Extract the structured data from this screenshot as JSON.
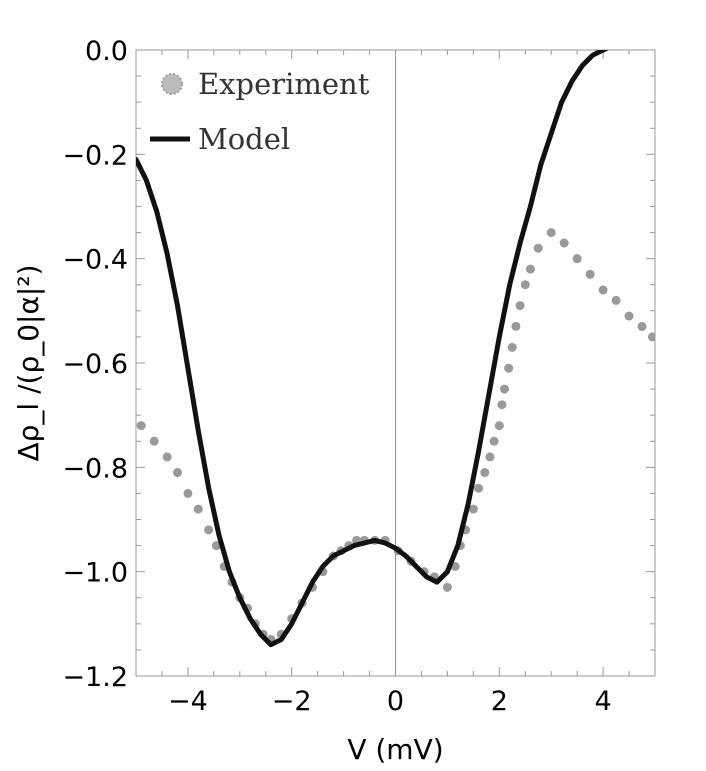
{
  "chart_data": {
    "type": "line",
    "title": "",
    "xlabel": "V (mV)",
    "ylabel": "Δρ_l /(ρ_0|α|²)",
    "xlim": [
      -5,
      5
    ],
    "ylim": [
      -1.2,
      0.0
    ],
    "x_ticks": [
      -4,
      -2,
      0,
      2,
      4
    ],
    "x_tick_labels": [
      "−4",
      "−2",
      "0",
      "2",
      "4"
    ],
    "y_ticks": [
      0.0,
      -0.2,
      -0.4,
      -0.6,
      -0.8,
      -1.0,
      -1.2
    ],
    "y_tick_labels": [
      "0.0",
      "−0.2",
      "−0.4",
      "−0.6",
      "−0.8",
      "−1.0",
      "−1.2"
    ],
    "legend_position": "top-left",
    "series": [
      {
        "name": "Experiment",
        "style": "dots",
        "color": "#999999",
        "x": [
          -4.9,
          -4.65,
          -4.4,
          -4.2,
          -4.0,
          -3.8,
          -3.6,
          -3.45,
          -3.3,
          -3.15,
          -3.0,
          -2.85,
          -2.7,
          -2.55,
          -2.4,
          -2.2,
          -2.0,
          -1.8,
          -1.6,
          -1.4,
          -1.2,
          -1.05,
          -0.9,
          -0.75,
          -0.6,
          -0.4,
          -0.2,
          0.05,
          0.3,
          0.55,
          0.75,
          1.0,
          1.15,
          1.25,
          1.35,
          1.5,
          1.6,
          1.72,
          1.82,
          1.9,
          2.0,
          2.05,
          2.1,
          2.18,
          2.25,
          2.32,
          2.4,
          2.5,
          2.6,
          2.75,
          3.0,
          3.25,
          3.5,
          3.75,
          4.0,
          4.25,
          4.5,
          4.75,
          4.95
        ],
        "y": [
          -0.72,
          -0.75,
          -0.78,
          -0.81,
          -0.85,
          -0.88,
          -0.92,
          -0.95,
          -0.99,
          -1.02,
          -1.05,
          -1.07,
          -1.1,
          -1.12,
          -1.13,
          -1.12,
          -1.09,
          -1.06,
          -1.03,
          -1.0,
          -0.97,
          -0.96,
          -0.95,
          -0.94,
          -0.94,
          -0.94,
          -0.94,
          -0.96,
          -0.98,
          -1.0,
          -1.01,
          -1.03,
          -0.99,
          -0.95,
          -0.92,
          -0.88,
          -0.84,
          -0.81,
          -0.78,
          -0.75,
          -0.72,
          -0.68,
          -0.65,
          -0.61,
          -0.57,
          -0.53,
          -0.49,
          -0.45,
          -0.42,
          -0.38,
          -0.35,
          -0.37,
          -0.4,
          -0.43,
          -0.46,
          -0.48,
          -0.51,
          -0.53,
          -0.55
        ]
      },
      {
        "name": "Model",
        "style": "line",
        "color": "#111111",
        "x": [
          -5.0,
          -4.8,
          -4.6,
          -4.4,
          -4.2,
          -4.0,
          -3.8,
          -3.6,
          -3.4,
          -3.2,
          -3.0,
          -2.8,
          -2.6,
          -2.4,
          -2.2,
          -2.0,
          -1.8,
          -1.6,
          -1.4,
          -1.2,
          -1.0,
          -0.8,
          -0.6,
          -0.4,
          -0.2,
          0.0,
          0.2,
          0.4,
          0.6,
          0.8,
          1.0,
          1.2,
          1.4,
          1.6,
          1.8,
          2.0,
          2.2,
          2.4,
          2.6,
          2.8,
          3.0,
          3.2,
          3.4,
          3.6,
          3.8,
          4.0,
          4.2
        ],
        "y": [
          -0.21,
          -0.25,
          -0.31,
          -0.39,
          -0.49,
          -0.61,
          -0.73,
          -0.84,
          -0.93,
          -1.0,
          -1.05,
          -1.09,
          -1.12,
          -1.14,
          -1.13,
          -1.1,
          -1.06,
          -1.02,
          -0.99,
          -0.97,
          -0.96,
          -0.95,
          -0.945,
          -0.94,
          -0.945,
          -0.955,
          -0.97,
          -0.99,
          -1.01,
          -1.02,
          -1.0,
          -0.95,
          -0.87,
          -0.77,
          -0.66,
          -0.55,
          -0.45,
          -0.37,
          -0.3,
          -0.22,
          -0.16,
          -0.1,
          -0.06,
          -0.03,
          -0.01,
          0.0,
          0.01
        ]
      }
    ]
  }
}
